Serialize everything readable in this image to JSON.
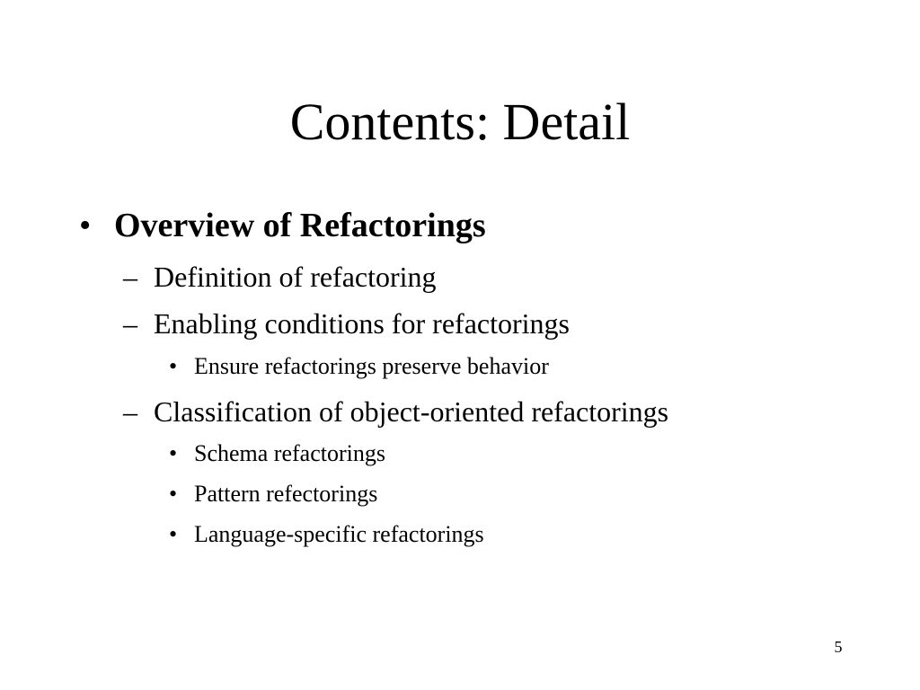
{
  "slide": {
    "title": "Contents: Detail",
    "bullet_marker": "•",
    "dash_marker": "–",
    "sub_bullet_marker": "•",
    "items": [
      {
        "text": "Overview of Refactorings"
      },
      {
        "text": "Definition of refactoring"
      },
      {
        "text": "Enabling conditions for refactorings"
      },
      {
        "text": "Ensure refactorings preserve behavior"
      },
      {
        "text": "Classification of object-oriented refactorings"
      },
      {
        "text": "Schema refactorings"
      },
      {
        "text": "Pattern refectorings"
      },
      {
        "text": "Language-specific refactorings"
      }
    ],
    "page_number": "5"
  }
}
